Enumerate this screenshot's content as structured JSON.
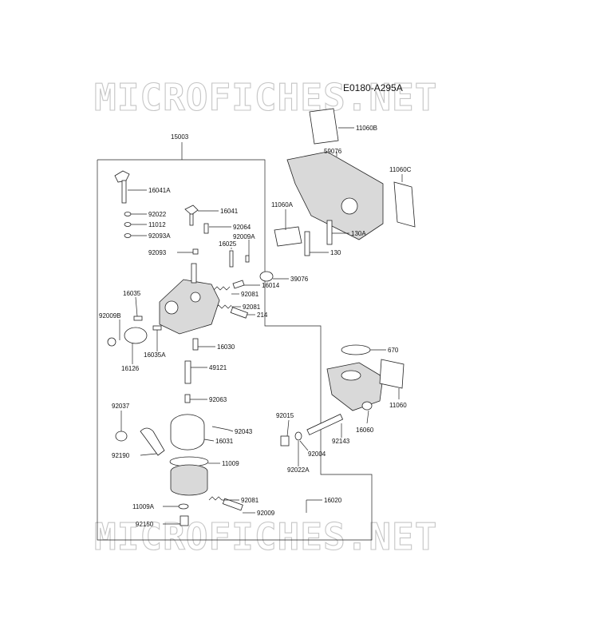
{
  "watermark": "MICROFICHES.NET",
  "diagram_code": "E0180-A295A",
  "parts": [
    {
      "id": "p15003",
      "label": "15003"
    },
    {
      "id": "p16041A",
      "label": "16041A"
    },
    {
      "id": "p92022",
      "label": "92022"
    },
    {
      "id": "p11012",
      "label": "11012"
    },
    {
      "id": "p92093A",
      "label": "92093A"
    },
    {
      "id": "p16041",
      "label": "16041"
    },
    {
      "id": "p92064",
      "label": "92064"
    },
    {
      "id": "p92009A",
      "label": "92009A"
    },
    {
      "id": "p92093",
      "label": "92093"
    },
    {
      "id": "p16025",
      "label": "16025"
    },
    {
      "id": "p39076",
      "label": "39076"
    },
    {
      "id": "p16014",
      "label": "16014"
    },
    {
      "id": "p92081a",
      "label": "92081"
    },
    {
      "id": "p16035",
      "label": "16035"
    },
    {
      "id": "p92081b",
      "label": "92081"
    },
    {
      "id": "p214",
      "label": "214"
    },
    {
      "id": "p92009B",
      "label": "92009B"
    },
    {
      "id": "p16035A",
      "label": "16035A"
    },
    {
      "id": "p16030",
      "label": "16030"
    },
    {
      "id": "p16126",
      "label": "16126"
    },
    {
      "id": "p49121",
      "label": "49121"
    },
    {
      "id": "p92063",
      "label": "92063"
    },
    {
      "id": "p92037",
      "label": "92037"
    },
    {
      "id": "p92043",
      "label": "92043"
    },
    {
      "id": "p16031",
      "label": "16031"
    },
    {
      "id": "p92190",
      "label": "92190"
    },
    {
      "id": "p11009",
      "label": "11009"
    },
    {
      "id": "p16020",
      "label": "16020"
    },
    {
      "id": "p92081c",
      "label": "92081"
    },
    {
      "id": "p11009A",
      "label": "11009A"
    },
    {
      "id": "p92009",
      "label": "92009"
    },
    {
      "id": "p92150",
      "label": "92150"
    },
    {
      "id": "p11060B",
      "label": "11060B"
    },
    {
      "id": "p59076",
      "label": "59076"
    },
    {
      "id": "p11060C",
      "label": "11060C"
    },
    {
      "id": "p11060A",
      "label": "11060A"
    },
    {
      "id": "p130A",
      "label": "130A"
    },
    {
      "id": "p130",
      "label": "130"
    },
    {
      "id": "p670",
      "label": "670"
    },
    {
      "id": "p11060",
      "label": "11060"
    },
    {
      "id": "p92015",
      "label": "92015"
    },
    {
      "id": "p16060",
      "label": "16060"
    },
    {
      "id": "p92143",
      "label": "92143"
    },
    {
      "id": "p92004",
      "label": "92004"
    },
    {
      "id": "p92022A",
      "label": "92022A"
    }
  ]
}
